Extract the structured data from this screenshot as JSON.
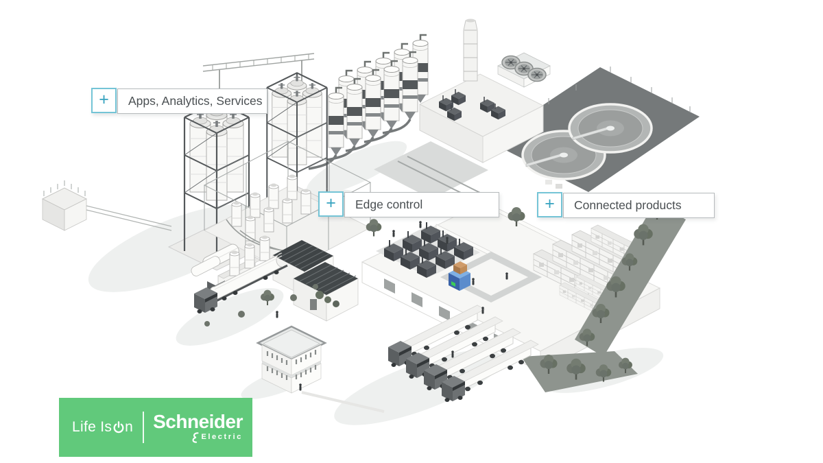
{
  "slide": {
    "background": "#ffffff"
  },
  "callouts": [
    {
      "id": "apps-analytics-services",
      "plus": "+",
      "label": "Apps, Analytics, Services"
    },
    {
      "id": "edge-control",
      "plus": "+",
      "label": "Edge control"
    },
    {
      "id": "connected-products",
      "plus": "+",
      "label": "Connected products"
    }
  ],
  "logo": {
    "tagline": "Life Is On",
    "tagline_prefix": "Life Is ",
    "tagline_suffix": "n",
    "brand": "Schneider",
    "brand_sub": "Electric",
    "background": "#61c97b"
  },
  "illustration": {
    "description": "Isometric grayscale illustration of an industrial plant campus: framed silo towers, banded storage silos with discharge pipes, process skid with small tanks, power house with chimney and cooling-fan deck, water treatment clarifier basins on a dark pad, open-roof production hall with machine rows, conveyor loop and a blue machine, warehouse racking, loading bay with four semi-trailer trucks, a tanker truck, a small office building and trees."
  },
  "colors": {
    "callout_plus_border": "#74c4d6",
    "callout_plus_text": "#35a2bf",
    "callout_box_border": "#b6babc",
    "callout_text": "#4a4f52",
    "logo_green": "#61c97b",
    "logo_text": "#ffffff"
  }
}
